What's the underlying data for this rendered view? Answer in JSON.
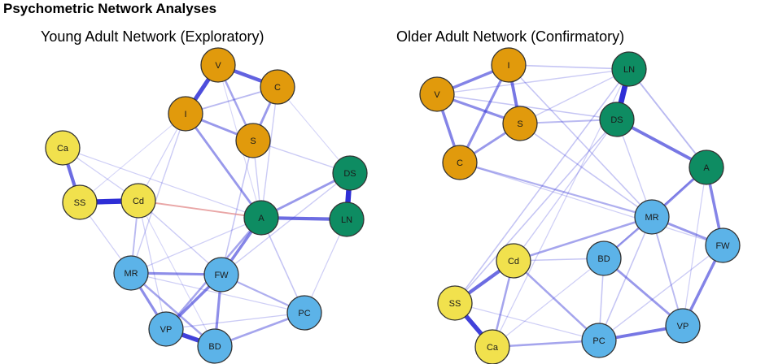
{
  "title": "Psychometric Network Analyses",
  "colors": {
    "orange": "#E19A0C",
    "green": "#0E8C62",
    "yellow": "#F1E14D",
    "blue": "#5CB3E8",
    "edge_positive": "#2E2ED6",
    "edge_negative": "#E08080",
    "node_stroke": "#333333"
  },
  "networks": [
    {
      "id": "young",
      "title": "Young Adult Network (Exploratory)",
      "nodes": [
        {
          "id": "V",
          "label": "V",
          "group": "orange"
        },
        {
          "id": "C",
          "label": "C",
          "group": "orange"
        },
        {
          "id": "I",
          "label": "I",
          "group": "orange"
        },
        {
          "id": "S",
          "label": "S",
          "group": "orange"
        },
        {
          "id": "DS",
          "label": "DS",
          "group": "green"
        },
        {
          "id": "A",
          "label": "A",
          "group": "green"
        },
        {
          "id": "LN",
          "label": "LN",
          "group": "green"
        },
        {
          "id": "Ca",
          "label": "Ca",
          "group": "yellow"
        },
        {
          "id": "SS",
          "label": "SS",
          "group": "yellow"
        },
        {
          "id": "Cd",
          "label": "Cd",
          "group": "yellow"
        },
        {
          "id": "MR",
          "label": "MR",
          "group": "blue"
        },
        {
          "id": "FW",
          "label": "FW",
          "group": "blue"
        },
        {
          "id": "PC",
          "label": "PC",
          "group": "blue"
        },
        {
          "id": "VP",
          "label": "VP",
          "group": "blue"
        },
        {
          "id": "BD",
          "label": "BD",
          "group": "blue"
        }
      ],
      "edges": [
        {
          "from": "V",
          "to": "I",
          "weight": 0.7
        },
        {
          "from": "V",
          "to": "C",
          "weight": 0.6
        },
        {
          "from": "V",
          "to": "S",
          "weight": 0.3
        },
        {
          "from": "C",
          "to": "S",
          "weight": 0.35
        },
        {
          "from": "I",
          "to": "S",
          "weight": 0.35
        },
        {
          "from": "I",
          "to": "C",
          "weight": 0.2
        },
        {
          "from": "DS",
          "to": "LN",
          "weight": 0.9
        },
        {
          "from": "A",
          "to": "LN",
          "weight": 0.55
        },
        {
          "from": "A",
          "to": "DS",
          "weight": 0.35
        },
        {
          "from": "Ca",
          "to": "SS",
          "weight": 0.55
        },
        {
          "from": "SS",
          "to": "Cd",
          "weight": 0.9
        },
        {
          "from": "Cd",
          "to": "A",
          "weight": 0.2,
          "sign": "negative"
        },
        {
          "from": "MR",
          "to": "FW",
          "weight": 0.4
        },
        {
          "from": "FW",
          "to": "A",
          "weight": 0.45
        },
        {
          "from": "FW",
          "to": "VP",
          "weight": 0.45
        },
        {
          "from": "FW",
          "to": "BD",
          "weight": 0.4
        },
        {
          "from": "VP",
          "to": "BD",
          "weight": 0.75
        },
        {
          "from": "MR",
          "to": "VP",
          "weight": 0.4
        },
        {
          "from": "MR",
          "to": "BD",
          "weight": 0.3
        },
        {
          "from": "PC",
          "to": "BD",
          "weight": 0.3
        },
        {
          "from": "PC",
          "to": "FW",
          "weight": 0.25
        },
        {
          "from": "VP",
          "to": "A",
          "weight": 0.3
        },
        {
          "from": "I",
          "to": "A",
          "weight": 0.35
        },
        {
          "from": "Cd",
          "to": "MR",
          "weight": 0.2
        },
        {
          "from": "Ca",
          "to": "A",
          "weight": 0.1
        },
        {
          "from": "I",
          "to": "MR",
          "weight": 0.12
        },
        {
          "from": "S",
          "to": "FW",
          "weight": 0.15
        },
        {
          "from": "S",
          "to": "DS",
          "weight": 0.12
        },
        {
          "from": "C",
          "to": "A",
          "weight": 0.12
        },
        {
          "from": "DS",
          "to": "FW",
          "weight": 0.12
        },
        {
          "from": "A",
          "to": "PC",
          "weight": 0.15
        },
        {
          "from": "MR",
          "to": "PC",
          "weight": 0.1
        },
        {
          "from": "Cd",
          "to": "FW",
          "weight": 0.12
        },
        {
          "from": "SS",
          "to": "MR",
          "weight": 0.1
        },
        {
          "from": "Cd",
          "to": "I",
          "weight": 0.1
        },
        {
          "from": "Ca",
          "to": "Cd",
          "weight": 0.1
        },
        {
          "from": "SS",
          "to": "I",
          "weight": 0.08
        },
        {
          "from": "VP",
          "to": "PC",
          "weight": 0.12
        },
        {
          "from": "LN",
          "to": "PC",
          "weight": 0.1
        },
        {
          "from": "S",
          "to": "A",
          "weight": 0.12
        },
        {
          "from": "C",
          "to": "DS",
          "weight": 0.08
        },
        {
          "from": "V",
          "to": "A",
          "weight": 0.08
        },
        {
          "from": "MR",
          "to": "A",
          "weight": 0.1
        },
        {
          "from": "Cd",
          "to": "VP",
          "weight": 0.1
        },
        {
          "from": "Cd",
          "to": "BD",
          "weight": 0.08
        }
      ]
    },
    {
      "id": "older",
      "title": "Older Adult Network (Confirmatory)",
      "nodes": [
        {
          "id": "I",
          "label": "I",
          "group": "orange"
        },
        {
          "id": "V",
          "label": "V",
          "group": "orange"
        },
        {
          "id": "S",
          "label": "S",
          "group": "orange"
        },
        {
          "id": "C",
          "label": "C",
          "group": "orange"
        },
        {
          "id": "LN",
          "label": "LN",
          "group": "green"
        },
        {
          "id": "DS",
          "label": "DS",
          "group": "green"
        },
        {
          "id": "A",
          "label": "A",
          "group": "green"
        },
        {
          "id": "MR",
          "label": "MR",
          "group": "blue"
        },
        {
          "id": "FW",
          "label": "FW",
          "group": "blue"
        },
        {
          "id": "BD",
          "label": "BD",
          "group": "blue"
        },
        {
          "id": "VP",
          "label": "VP",
          "group": "blue"
        },
        {
          "id": "PC",
          "label": "PC",
          "group": "blue"
        },
        {
          "id": "Cd",
          "label": "Cd",
          "group": "yellow"
        },
        {
          "id": "SS",
          "label": "SS",
          "group": "yellow"
        },
        {
          "id": "Ca",
          "label": "Ca",
          "group": "yellow"
        }
      ],
      "edges": [
        {
          "from": "I",
          "to": "V",
          "weight": 0.45
        },
        {
          "from": "I",
          "to": "S",
          "weight": 0.5
        },
        {
          "from": "I",
          "to": "C",
          "weight": 0.4
        },
        {
          "from": "V",
          "to": "S",
          "weight": 0.4
        },
        {
          "from": "V",
          "to": "C",
          "weight": 0.45
        },
        {
          "from": "S",
          "to": "C",
          "weight": 0.35
        },
        {
          "from": "I",
          "to": "LN",
          "weight": 0.15
        },
        {
          "from": "S",
          "to": "DS",
          "weight": 0.2
        },
        {
          "from": "V",
          "to": "DS",
          "weight": 0.15
        },
        {
          "from": "LN",
          "to": "DS",
          "weight": 0.95
        },
        {
          "from": "DS",
          "to": "A",
          "weight": 0.5
        },
        {
          "from": "LN",
          "to": "A",
          "weight": 0.2
        },
        {
          "from": "A",
          "to": "MR",
          "weight": 0.4
        },
        {
          "from": "A",
          "to": "FW",
          "weight": 0.45
        },
        {
          "from": "MR",
          "to": "FW",
          "weight": 0.35
        },
        {
          "from": "MR",
          "to": "BD",
          "weight": 0.3
        },
        {
          "from": "MR",
          "to": "Cd",
          "weight": 0.3
        },
        {
          "from": "FW",
          "to": "VP",
          "weight": 0.45
        },
        {
          "from": "BD",
          "to": "VP",
          "weight": 0.35
        },
        {
          "from": "VP",
          "to": "PC",
          "weight": 0.5
        },
        {
          "from": "PC",
          "to": "Ca",
          "weight": 0.3
        },
        {
          "from": "PC",
          "to": "Cd",
          "weight": 0.3
        },
        {
          "from": "Cd",
          "to": "SS",
          "weight": 0.55
        },
        {
          "from": "SS",
          "to": "Ca",
          "weight": 0.75
        },
        {
          "from": "Cd",
          "to": "Ca",
          "weight": 0.3
        },
        {
          "from": "C",
          "to": "MR",
          "weight": 0.25
        },
        {
          "from": "DS",
          "to": "SS",
          "weight": 0.15
        },
        {
          "from": "LN",
          "to": "SS",
          "weight": 0.15
        },
        {
          "from": "DS",
          "to": "Cd",
          "weight": 0.12
        },
        {
          "from": "I",
          "to": "MR",
          "weight": 0.15
        },
        {
          "from": "S",
          "to": "MR",
          "weight": 0.15
        },
        {
          "from": "MR",
          "to": "PC",
          "weight": 0.15
        },
        {
          "from": "MR",
          "to": "VP",
          "weight": 0.2
        },
        {
          "from": "BD",
          "to": "PC",
          "weight": 0.15
        },
        {
          "from": "BD",
          "to": "Cd",
          "weight": 0.15
        },
        {
          "from": "FW",
          "to": "PC",
          "weight": 0.12
        },
        {
          "from": "A",
          "to": "BD",
          "weight": 0.12
        },
        {
          "from": "DS",
          "to": "MR",
          "weight": 0.12
        },
        {
          "from": "A",
          "to": "VP",
          "weight": 0.1
        },
        {
          "from": "LN",
          "to": "Ca",
          "weight": 0.1
        },
        {
          "from": "Ca",
          "to": "BD",
          "weight": 0.1
        },
        {
          "from": "SS",
          "to": "PC",
          "weight": 0.1
        },
        {
          "from": "V",
          "to": "LN",
          "weight": 0.12
        },
        {
          "from": "S",
          "to": "LN",
          "weight": 0.12
        },
        {
          "from": "C",
          "to": "FW",
          "weight": 0.1
        }
      ]
    }
  ]
}
